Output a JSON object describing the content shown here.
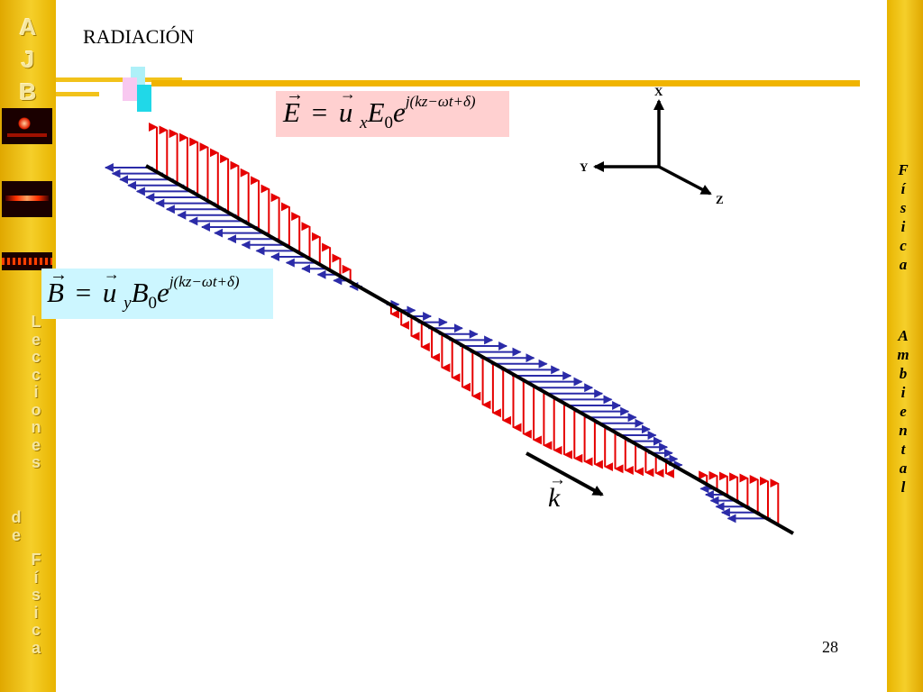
{
  "slide": {
    "title": "RADIACIÓN",
    "page_number": "28"
  },
  "sidebar_left": {
    "logo_letters": [
      "A",
      "J",
      "B"
    ],
    "vertical_text_1": [
      "L",
      "e",
      "c",
      "c",
      "i",
      "o",
      "n",
      "e",
      "s"
    ],
    "vertical_text_2": [
      "d",
      "e"
    ],
    "vertical_text_3": [
      "F",
      "í",
      "s",
      "i",
      "c",
      "a"
    ]
  },
  "sidebar_right": {
    "vertical_text_1": [
      "F",
      "í",
      "s",
      "i",
      "c",
      "a"
    ],
    "vertical_text_2": [
      "A",
      "m",
      "b",
      "i",
      "e",
      "n",
      "t",
      "a",
      "l"
    ]
  },
  "formulas": {
    "e_field": {
      "lhs": "E",
      "eq": "=",
      "unit": "u",
      "unit_sub": "x",
      "amp": "E",
      "amp_sub": "0",
      "exp_base": "e",
      "exponent": "j(kz−ωt+δ)"
    },
    "b_field": {
      "lhs": "B",
      "eq": "=",
      "unit": "u",
      "unit_sub": "y",
      "amp": "B",
      "amp_sub": "0",
      "exp_base": "e",
      "exponent": "j(kz−ωt+δ)"
    },
    "k_vector": "k"
  },
  "axes": {
    "x": "X",
    "y": "Y",
    "z": "Z"
  },
  "colors": {
    "e_field": "#e60000",
    "b_field": "#2b2ba8",
    "axis_line": "#000000",
    "formula_e_bg": "#ffd0d0",
    "formula_b_bg": "#ccf6ff",
    "bar_gold": "#f0b400"
  }
}
